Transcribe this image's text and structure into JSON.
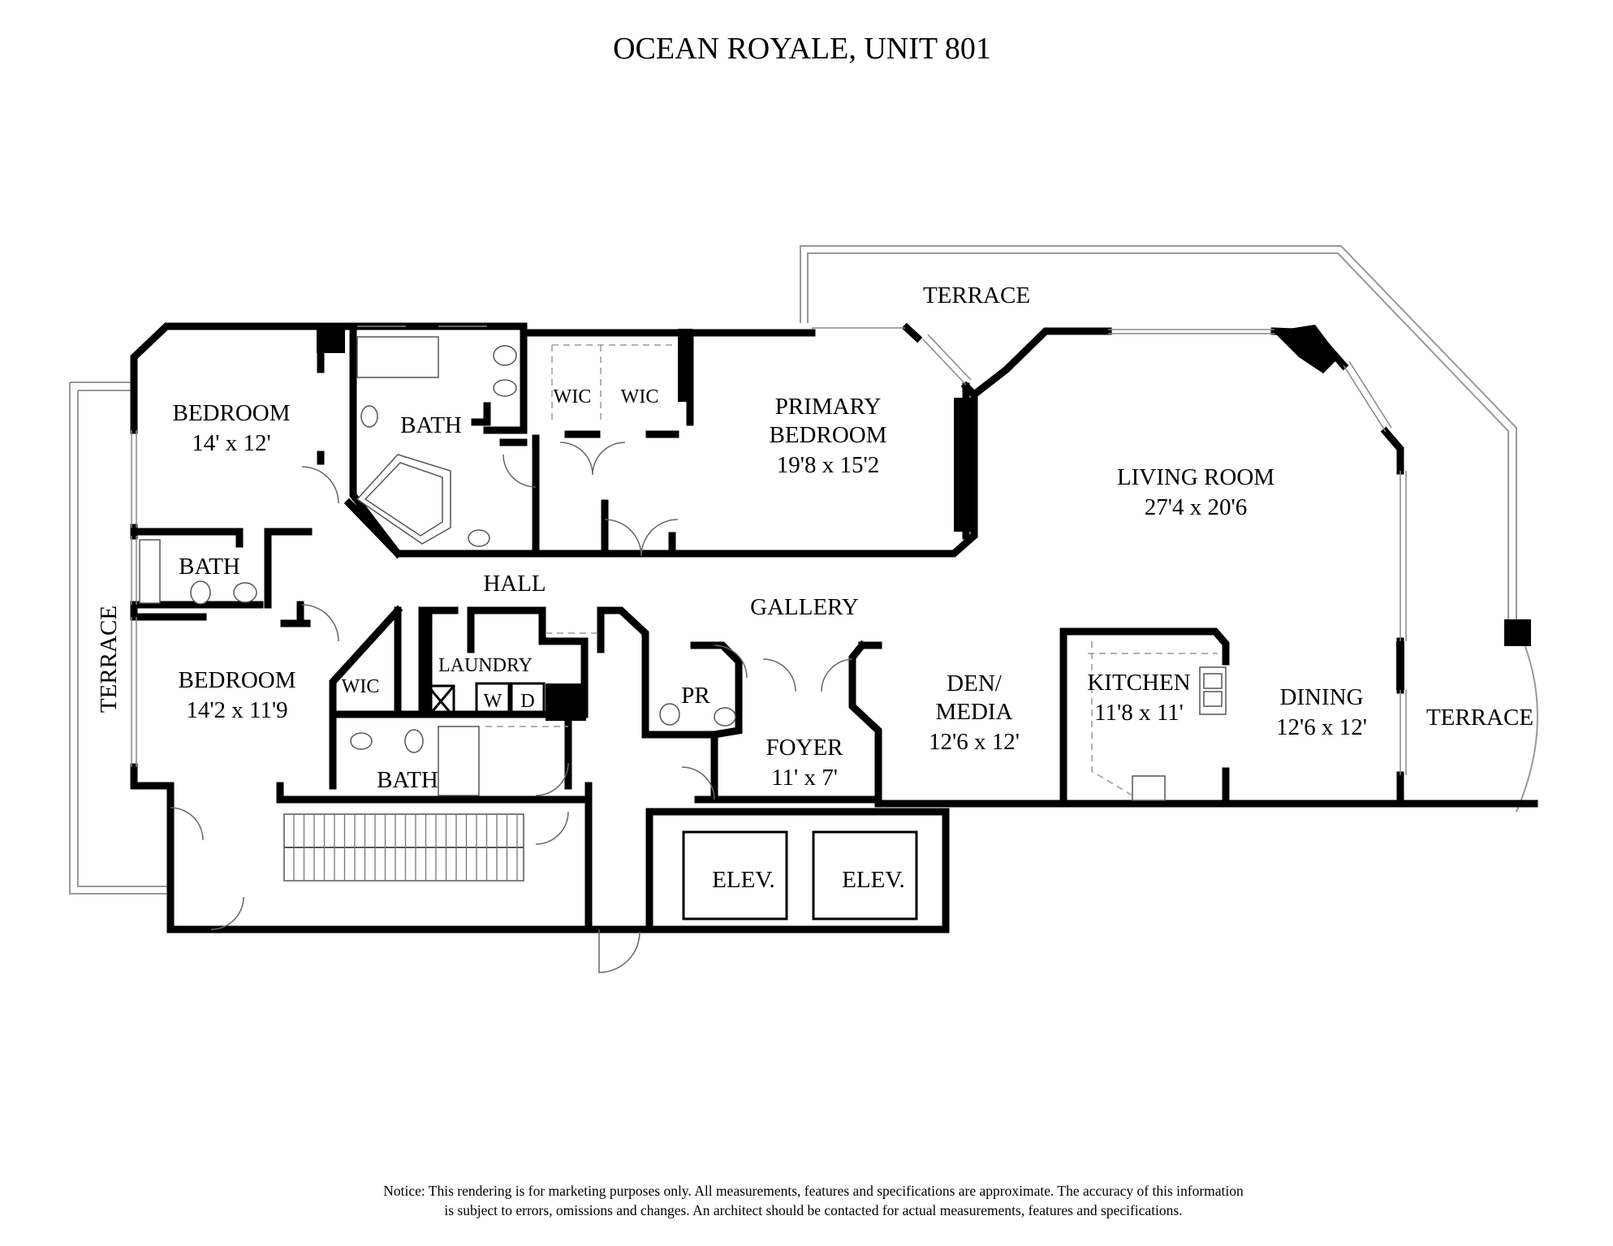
{
  "title": "OCEAN ROYALE, UNIT 801",
  "rooms": {
    "terrace_top": "TERRACE",
    "terrace_left": "TERRACE",
    "terrace_right": "TERRACE",
    "bedroom1": {
      "name": "BEDROOM",
      "size": "14' x 12'"
    },
    "bath_main": "BATH",
    "wic1": "WIC",
    "wic2": "WIC",
    "primary_bedroom": {
      "name_line1": "PRIMARY",
      "name_line2": "BEDROOM",
      "size": "19'8 x 15'2"
    },
    "living_room": {
      "name": "LIVING ROOM",
      "size": "27'4 x 20'6"
    },
    "bath_small": "BATH",
    "hall": "HALL",
    "gallery": "GALLERY",
    "bedroom2": {
      "name": "BEDROOM",
      "size": "14'2 x 11'9"
    },
    "wic3": "WIC",
    "laundry": "LAUNDRY",
    "washer": "W",
    "dryer": "D",
    "pr": "PR",
    "den": {
      "name_line1": "DEN/",
      "name_line2": "MEDIA",
      "size": "12'6 x 12'"
    },
    "kitchen": {
      "name": "KITCHEN",
      "size": "11'8 x 11'"
    },
    "dining": {
      "name": "DINING",
      "size": "12'6 x 12'"
    },
    "foyer": {
      "name": "FOYER",
      "size": "11' x 7'"
    },
    "bath_lower": "BATH",
    "elev1": "ELEV.",
    "elev2": "ELEV."
  },
  "notice": {
    "line1": "Notice: This rendering is for marketing purposes only. All measurements, features and specifications are approximate. The accuracy of this information",
    "line2": "is subject to errors, omissions and changes. An architect should be contacted for actual measurements, features and specifications."
  }
}
